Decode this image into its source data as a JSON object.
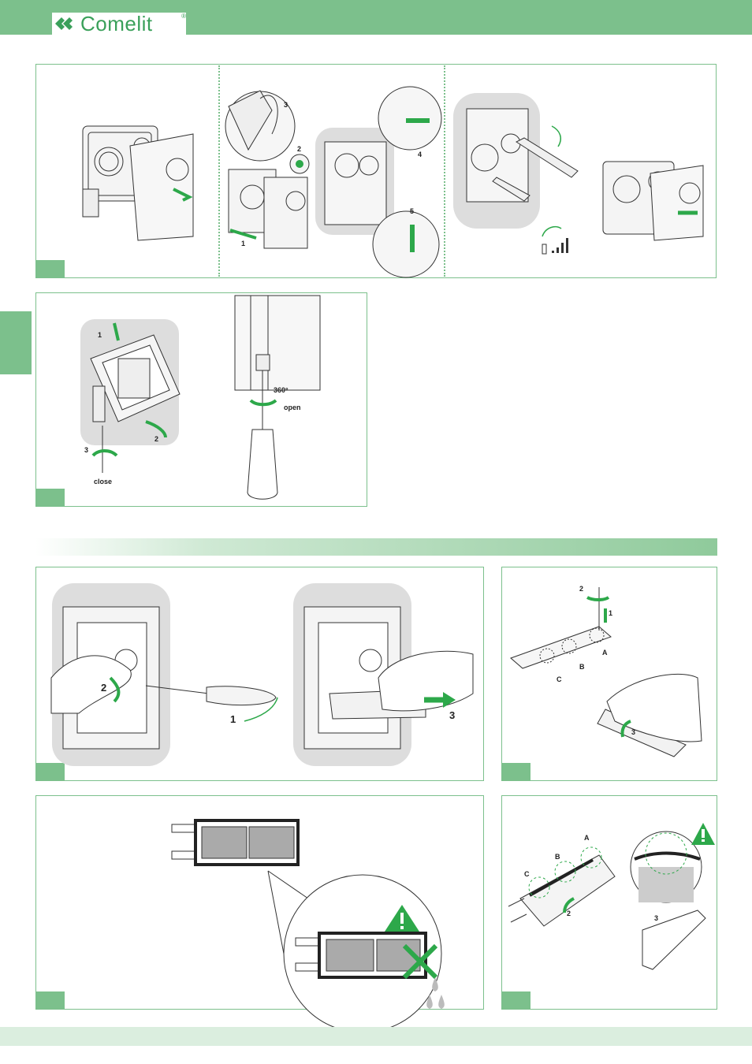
{
  "brand": {
    "name": "Comelit",
    "reg": "®",
    "color": "#3aa05a",
    "accent": "#7cc08c"
  },
  "panel1": {
    "step2": "2",
    "step3": "3",
    "step4": "4",
    "step5": "5",
    "step1": "1"
  },
  "panel2": {
    "step1": "1",
    "step2": "2",
    "step3": "3",
    "close": "close",
    "angle": "360°",
    "open": "open"
  },
  "panel3": {
    "step1": "1",
    "step2": "2",
    "step3": "3"
  },
  "panel4": {
    "step1": "1",
    "step2": "2",
    "step3": "3",
    "a": "A",
    "b": "B",
    "c": "C"
  },
  "panel6": {
    "a": "A",
    "b": "B",
    "c": "C",
    "step2": "2",
    "step3": "3"
  },
  "icons": [
    "warning-icon",
    "drop-icon",
    "cross-icon",
    "volume-icon"
  ]
}
